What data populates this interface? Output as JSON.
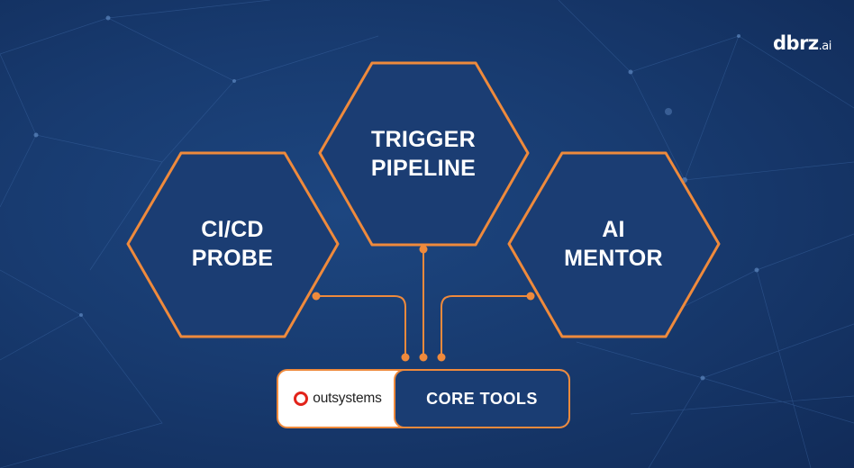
{
  "brand": {
    "logo_main": "dbrz",
    "logo_suffix": ".ai"
  },
  "hexagons": [
    {
      "id": "cicd-probe",
      "lines": [
        "CI/CD",
        "PROBE"
      ]
    },
    {
      "id": "trigger-pipeline",
      "lines": [
        "TRIGGER",
        "PIPELINE"
      ]
    },
    {
      "id": "ai-mentor",
      "lines": [
        "AI",
        "MENTOR"
      ]
    }
  ],
  "platform": {
    "partner": "outsystems",
    "label": "CORE TOOLS"
  },
  "colors": {
    "accent": "#ef8a3c",
    "hex_fill": "#1b3d73",
    "background": "#183b70",
    "partner_red": "#e2231a"
  }
}
